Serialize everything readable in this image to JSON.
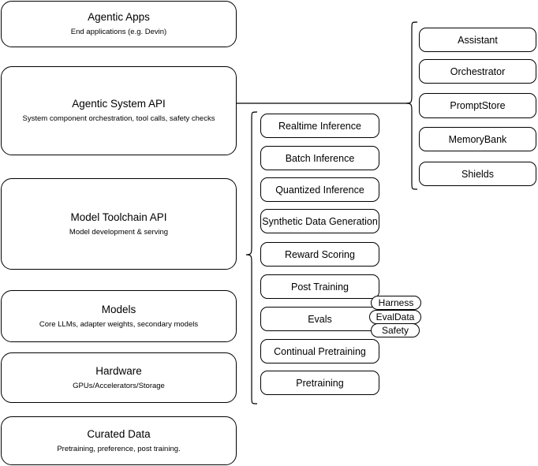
{
  "diagram": {
    "title": "Agentic stack layered architecture",
    "stroke_color": "#000000",
    "background_color": "#ffffff"
  },
  "left_column": {
    "name": "stack-layers",
    "items": [
      {
        "id": "agentic-apps",
        "title": "Agentic Apps",
        "subtitle": "End applications (e.g. Devin)"
      },
      {
        "id": "agentic-system-api",
        "title": "Agentic System API",
        "subtitle": "System component orchestration, tool calls, safety checks"
      },
      {
        "id": "model-toolchain-api",
        "title": "Model Toolchain API",
        "subtitle": "Model development & serving"
      },
      {
        "id": "models",
        "title": "Models",
        "subtitle": "Core LLMs, adapter weights, secondary models"
      },
      {
        "id": "hardware",
        "title": "Hardware",
        "subtitle": "GPUs/Accelerators/Storage"
      },
      {
        "id": "curated-data",
        "title": "Curated Data",
        "subtitle": "Pretraining, preference, post training."
      }
    ]
  },
  "middle_column": {
    "name": "model-toolchain-capabilities",
    "items": [
      {
        "id": "realtime-inference",
        "label": "Realtime Inference"
      },
      {
        "id": "batch-inference",
        "label": "Batch Inference"
      },
      {
        "id": "quantized-inference",
        "label": "Quantized Inference"
      },
      {
        "id": "synthetic-data-generation",
        "label": "Synthetic Data Generation"
      },
      {
        "id": "reward-scoring",
        "label": "Reward Scoring"
      },
      {
        "id": "post-training",
        "label": "Post Training"
      },
      {
        "id": "evals",
        "label": "Evals"
      },
      {
        "id": "continual-pretraining",
        "label": "Continual Pretraining"
      },
      {
        "id": "pretraining",
        "label": "Pretraining"
      }
    ],
    "eval_pills": [
      {
        "id": "harness",
        "label": "Harness"
      },
      {
        "id": "evaldata",
        "label": "EvalData"
      },
      {
        "id": "safety",
        "label": "Safety"
      }
    ]
  },
  "right_column": {
    "name": "agentic-system-components",
    "items": [
      {
        "id": "assistant",
        "label": "Assistant"
      },
      {
        "id": "orchestrator",
        "label": "Orchestrator"
      },
      {
        "id": "promptstore",
        "label": "PromptStore"
      },
      {
        "id": "memorybank",
        "label": "MemoryBank"
      },
      {
        "id": "shields",
        "label": "Shields"
      }
    ]
  }
}
